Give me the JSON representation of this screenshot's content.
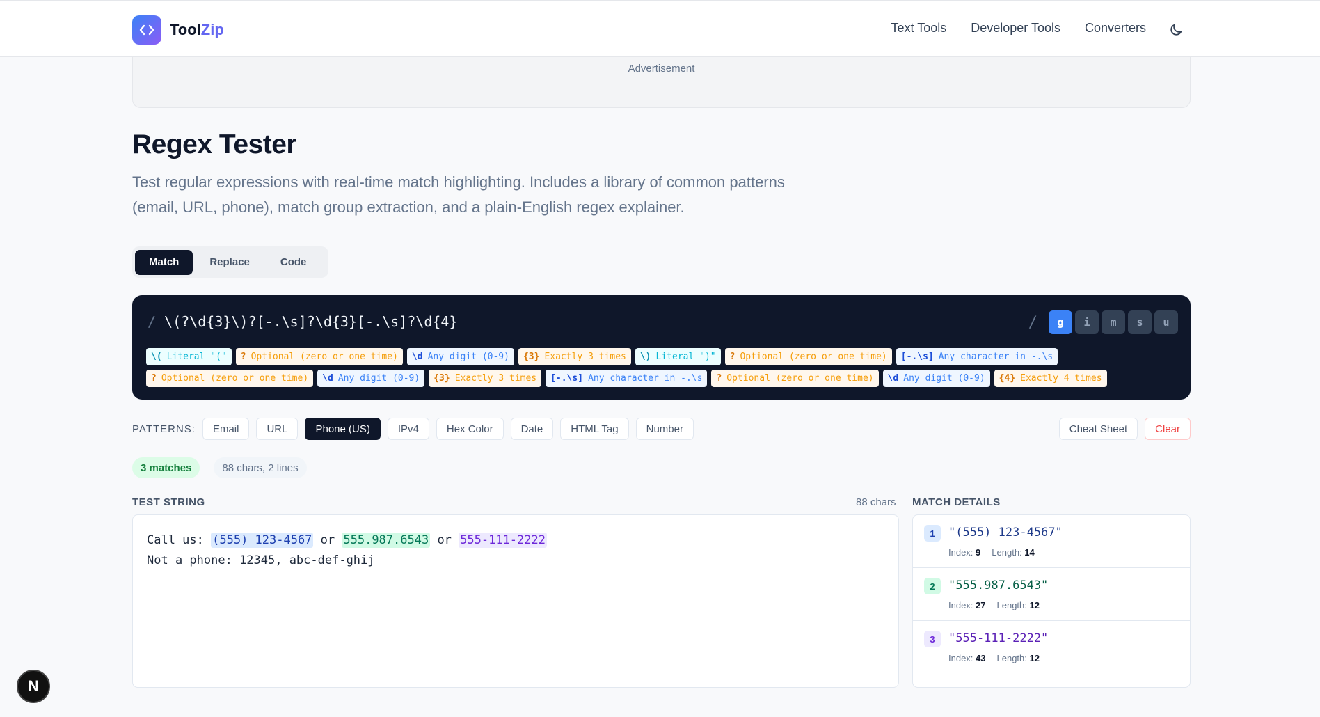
{
  "header": {
    "logo_text_a": "Tool",
    "logo_text_b": "Zip",
    "nav": [
      "Text Tools",
      "Developer Tools",
      "Converters"
    ],
    "theme_icon": "moon-icon"
  },
  "ad": {
    "label": "Advertisement"
  },
  "page": {
    "title": "Regex Tester",
    "description": "Test regular expressions with real-time match highlighting. Includes a library of common patterns (email, URL, phone), match group extraction, and a plain-English regex explainer."
  },
  "tabs": [
    {
      "label": "Match",
      "active": true
    },
    {
      "label": "Replace",
      "active": false
    },
    {
      "label": "Code",
      "active": false
    }
  ],
  "regex": {
    "delimiter": "/",
    "pattern": "\\(?\\d{3}\\)?[-.\\s]?\\d{3}[-.\\s]?\\d{4}",
    "flags": [
      {
        "label": "g",
        "on": true
      },
      {
        "label": "i",
        "on": false
      },
      {
        "label": "m",
        "on": false
      },
      {
        "label": "s",
        "on": false
      },
      {
        "label": "u",
        "on": false
      }
    ],
    "tokens": [
      {
        "kind": "literal",
        "token": "\\(",
        "desc": "Literal \"(\""
      },
      {
        "kind": "quant",
        "token": "?",
        "desc": "Optional (zero or one time)"
      },
      {
        "kind": "class",
        "token": "\\d",
        "desc": "Any digit (0-9)"
      },
      {
        "kind": "quant",
        "token": "{3}",
        "desc": "Exactly 3 times"
      },
      {
        "kind": "literal",
        "token": "\\)",
        "desc": "Literal \")\""
      },
      {
        "kind": "quant",
        "token": "?",
        "desc": "Optional (zero or one time)"
      },
      {
        "kind": "class",
        "token": "[-.\\s]",
        "desc": "Any character in -.\\s"
      },
      {
        "kind": "quant",
        "token": "?",
        "desc": "Optional (zero or one time)"
      },
      {
        "kind": "class",
        "token": "\\d",
        "desc": "Any digit (0-9)"
      },
      {
        "kind": "quant",
        "token": "{3}",
        "desc": "Exactly 3 times"
      },
      {
        "kind": "class",
        "token": "[-.\\s]",
        "desc": "Any character in -.\\s"
      },
      {
        "kind": "quant",
        "token": "?",
        "desc": "Optional (zero or one time)"
      },
      {
        "kind": "class",
        "token": "\\d",
        "desc": "Any digit (0-9)"
      },
      {
        "kind": "quant",
        "token": "{4}",
        "desc": "Exactly 4 times"
      }
    ]
  },
  "patterns": {
    "label": "PATTERNS:",
    "items": [
      {
        "label": "Email",
        "active": false
      },
      {
        "label": "URL",
        "active": false
      },
      {
        "label": "Phone (US)",
        "active": true
      },
      {
        "label": "IPv4",
        "active": false
      },
      {
        "label": "Hex Color",
        "active": false
      },
      {
        "label": "Date",
        "active": false
      },
      {
        "label": "HTML Tag",
        "active": false
      },
      {
        "label": "Number",
        "active": false
      }
    ],
    "cheat_sheet": "Cheat Sheet",
    "clear": "Clear"
  },
  "stats": {
    "matches": "3 matches",
    "chars_lines": "88 chars, 2 lines"
  },
  "test": {
    "label": "TEST STRING",
    "chars": "88 chars",
    "line1_prefix": "Call us: ",
    "m1": "(555) 123-4567",
    "sep1": " or ",
    "m2": "555.987.6543",
    "sep2": " or ",
    "m3": "555-111-2222",
    "line2": "Not a phone: 12345, abc-def-ghij"
  },
  "details": {
    "label": "MATCH DETAILS",
    "index_label": "Index:",
    "length_label": "Length:",
    "matches": [
      {
        "n": "1",
        "value": "\"(555) 123-4567\"",
        "index": "9",
        "length": "14"
      },
      {
        "n": "2",
        "value": "\"555.987.6543\"",
        "index": "27",
        "length": "12"
      },
      {
        "n": "3",
        "value": "\"555-111-2222\"",
        "index": "43",
        "length": "12"
      }
    ]
  },
  "badge": {
    "letter": "N"
  }
}
